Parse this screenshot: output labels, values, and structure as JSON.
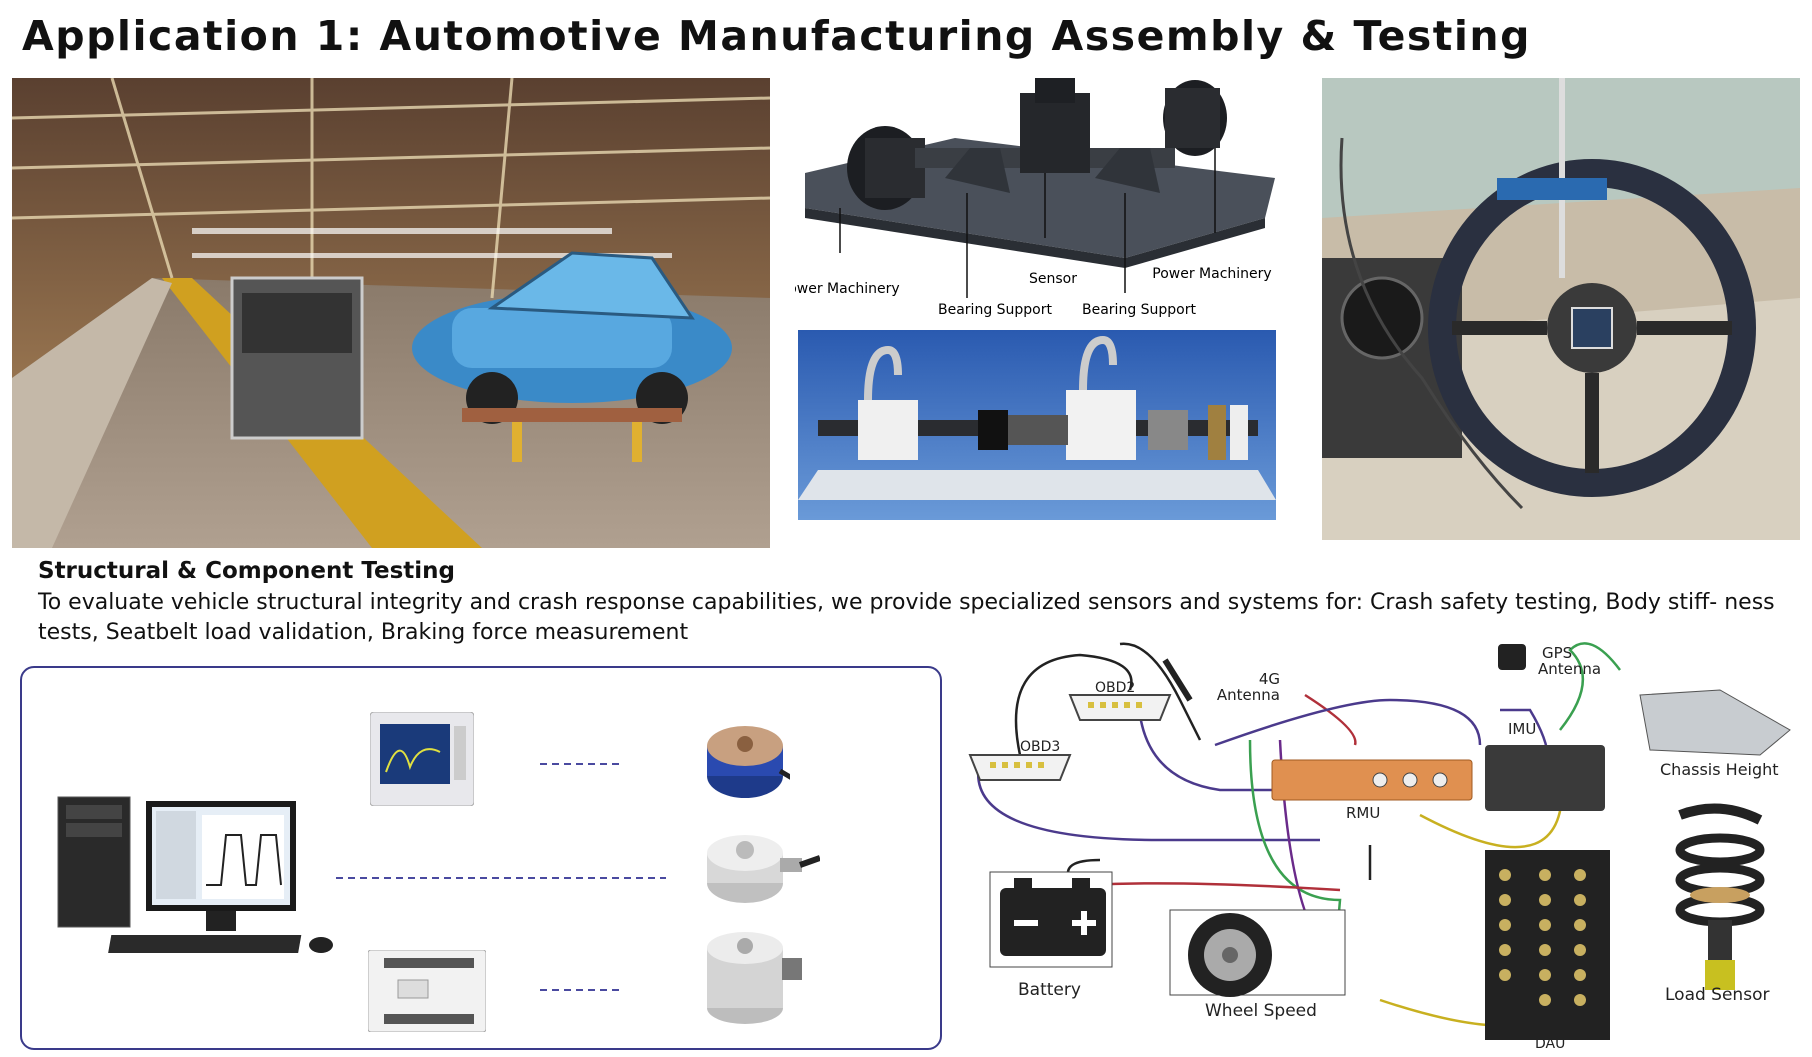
{
  "title": "Application 1: Automotive Manufacturing Assembly & Testing",
  "torque_diagram": {
    "power_machinery_left": "Power Machinery",
    "sensor": "Sensor",
    "power_machinery_right": "Power Machinery",
    "bearing_support_left": "Bearing Support",
    "bearing_support_right": "Bearing Support"
  },
  "section": {
    "heading": "Structural & Component Testing",
    "body": "To evaluate vehicle structural integrity and crash response capabilities, we provide specialized sensors and systems for: Crash safety testing, Body stiff- ness tests, Seatbelt load validation, Braking force measurement"
  },
  "wiring": {
    "obd2": "OBD2",
    "obd3": "OBD3",
    "antenna_4g": "4G\nAntenna",
    "gps_antenna": "GPS\nAntenna",
    "imu": "IMU",
    "rmu": "RMU",
    "chassis_height": "Chassis Height",
    "battery": "Battery",
    "wheel_speed": "Wheel Speed",
    "load_sensor": "Load Sensor",
    "dau": "DAU"
  },
  "colors": {
    "title_text": "#111111",
    "box_border": "#3a3a8a",
    "dash_line": "#4a4aa0",
    "wire_purple": "#4b3a8c",
    "wire_red": "#b0303a",
    "wire_green": "#3aa050",
    "wire_yellow": "#c8b020",
    "wire_black": "#222222"
  }
}
